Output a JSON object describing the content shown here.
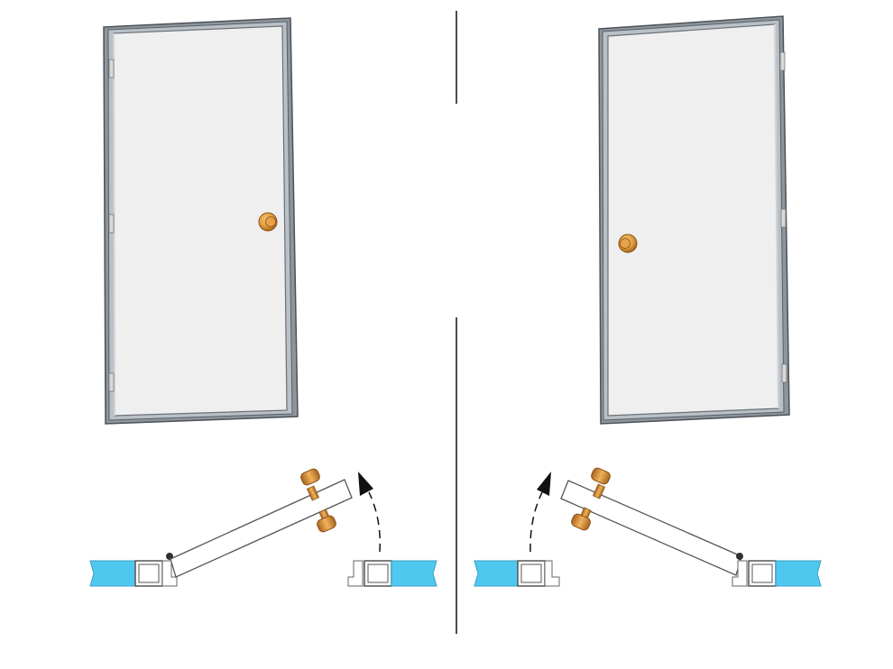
{
  "diagram": {
    "panels": [
      {
        "id": "left",
        "hinge_side": "left",
        "swing_direction": "counterclockwise-open"
      },
      {
        "id": "right",
        "hinge_side": "right",
        "swing_direction": "clockwise-open"
      }
    ],
    "icons": [
      "door-elevation",
      "door-knob",
      "door-hinge",
      "wall-section",
      "door-frame",
      "swing-arrow"
    ],
    "colors": {
      "wall": "#4fc8f0",
      "frame_stroke": "#5a5f66",
      "frame_fill": "#9aa3ab",
      "door_leaf": "#efefef",
      "knob": "#e09a3a",
      "knob_dark": "#a8651c",
      "arrow": "#111111",
      "divider": "#111111"
    }
  }
}
